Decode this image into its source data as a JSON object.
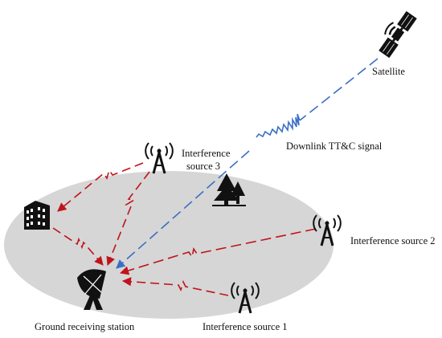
{
  "labels": {
    "satellite": "Satellite",
    "downlink": "Downlink TT&C signal",
    "interference3_line1": "Interference",
    "interference3_line2": "source 3",
    "interference2": "Interference source 2",
    "interference1": "Interference source 1",
    "ground_station": "Ground receiving station"
  },
  "colors": {
    "zone": "#d6d6d6",
    "interference_link": "#c0141c",
    "downlink_link": "#3a6fc4",
    "icon": "#111111"
  },
  "icons": [
    "satellite-icon",
    "antenna-tower-icon",
    "building-icon",
    "trees-icon",
    "satellite-dish-icon"
  ]
}
